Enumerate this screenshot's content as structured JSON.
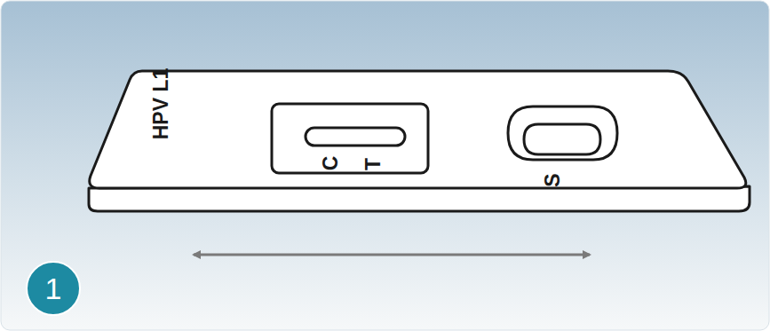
{
  "diagram": {
    "nodes": [
      {
        "text": [
          "1"
        ]
      }
    ],
    "labels": [
      "HPV L1",
      "C",
      "T",
      "S"
    ]
  }
}
